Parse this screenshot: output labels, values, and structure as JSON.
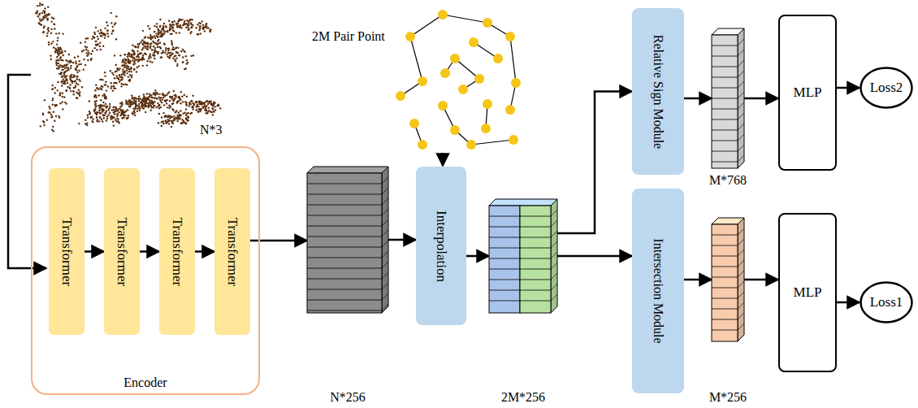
{
  "diagram": {
    "nodes": [
      {
        "text": [
          "Encoder"
        ]
      },
      {
        "text": [
          "Transformer"
        ],
        "in": 0
      },
      {
        "text": [
          "Transformer"
        ],
        "in": 0
      },
      {
        "text": [
          "Transformer"
        ],
        "in": 0
      },
      {
        "text": [
          "Transformer"
        ],
        "in": 0
      },
      {
        "text": [
          "N*256"
        ]
      },
      {
        "text": [
          "Interpolation"
        ]
      },
      {
        "text": [
          "2M*256"
        ]
      },
      {
        "text": [
          "Relative Sign Module"
        ]
      },
      {
        "text": [
          "M*768"
        ]
      },
      {
        "text": [
          "MLP"
        ]
      },
      {
        "text": [
          "Loss2"
        ]
      },
      {
        "text": [
          "Intersection Module"
        ]
      },
      {
        "text": [
          "M*256"
        ]
      },
      {
        "text": [
          "MLP"
        ]
      },
      {
        "text": [
          "Loss1"
        ]
      }
    ],
    "edges": [
      {
        "from": 1,
        "to": 2,
        "arrow": "to"
      },
      {
        "from": 2,
        "to": 3,
        "arrow": "to"
      },
      {
        "from": 3,
        "to": 4,
        "arrow": "to"
      },
      {
        "from": 4,
        "to": 5,
        "arrow": "to"
      },
      {
        "from": 5,
        "to": 6,
        "arrow": "to"
      },
      {
        "from": 6,
        "to": 7,
        "arrow": "to"
      },
      {
        "from": 7,
        "to": 8,
        "arrow": "to"
      },
      {
        "from": 8,
        "to": 9,
        "arrow": "to"
      },
      {
        "from": 9,
        "to": 10,
        "arrow": "to"
      },
      {
        "from": 10,
        "to": 11,
        "arrow": "to"
      },
      {
        "from": 7,
        "to": 12,
        "arrow": "to"
      },
      {
        "from": 12,
        "to": 13,
        "arrow": "to"
      },
      {
        "from": 13,
        "to": 14,
        "arrow": "to"
      },
      {
        "from": 14,
        "to": 15,
        "arrow": "to"
      }
    ],
    "labels": [
      "N*3",
      "2M Pair Point"
    ]
  }
}
